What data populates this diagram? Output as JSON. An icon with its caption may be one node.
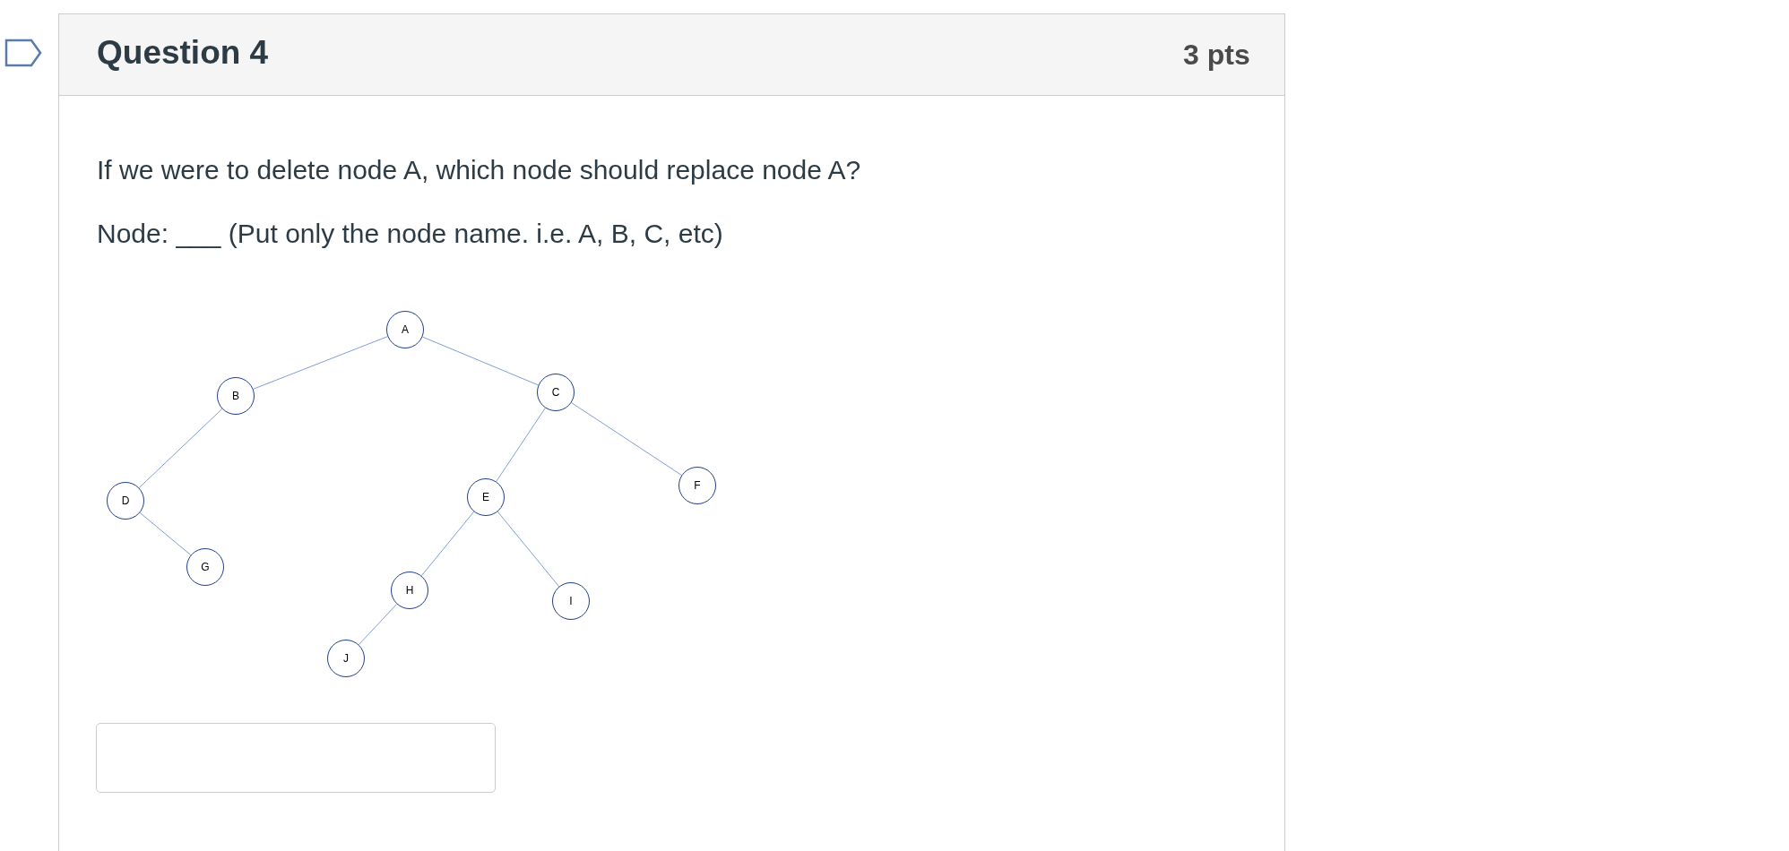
{
  "diagram": {
    "title": "Question 4",
    "nodes": [
      {
        "text": [
          "A"
        ]
      },
      {
        "text": [
          "B"
        ]
      },
      {
        "text": [
          "C"
        ]
      },
      {
        "text": [
          "D"
        ]
      },
      {
        "text": [
          "E"
        ]
      },
      {
        "text": [
          "F"
        ]
      },
      {
        "text": [
          "G"
        ]
      },
      {
        "text": [
          "H"
        ]
      },
      {
        "text": [
          "I"
        ]
      },
      {
        "text": [
          "J"
        ]
      }
    ],
    "edges": [
      {
        "from": 0,
        "to": 1,
        "arrow": "none"
      },
      {
        "from": 0,
        "to": 2,
        "arrow": "none"
      },
      {
        "from": 1,
        "to": 3,
        "arrow": "none"
      },
      {
        "from": 2,
        "to": 4,
        "arrow": "none"
      },
      {
        "from": 2,
        "to": 5,
        "arrow": "none"
      },
      {
        "from": 3,
        "to": 6,
        "arrow": "none"
      },
      {
        "from": 4,
        "to": 7,
        "arrow": "none"
      },
      {
        "from": 4,
        "to": 8,
        "arrow": "none"
      },
      {
        "from": 7,
        "to": 9,
        "arrow": "none"
      }
    ],
    "labels": [
      "3 pts",
      "If we were to delete node A, which node should replace node A?",
      "Node: ___ (Put only the node name. i.e. A, B, C, etc)"
    ]
  }
}
